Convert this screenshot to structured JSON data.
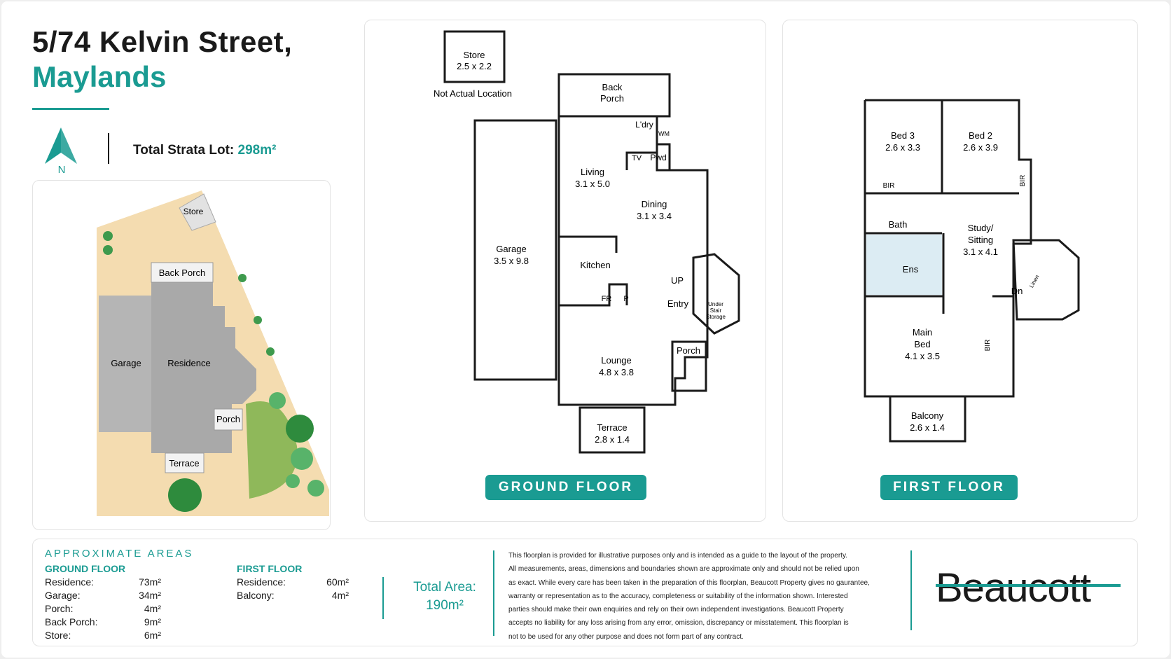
{
  "header": {
    "line1": "5/74 Kelvin Street,",
    "line2": "Maylands"
  },
  "north": {
    "letter": "N"
  },
  "strata": {
    "label": "Total Strata Lot:",
    "value": "298m²"
  },
  "site": {
    "store": "Store",
    "back_porch": "Back Porch",
    "garage": "Garage",
    "residence": "Residence",
    "porch": "Porch",
    "terrace": "Terrace"
  },
  "ground": {
    "store_name": "Store",
    "store_dim": "2.5 x 2.2",
    "store_note": "Not Actual Location",
    "back_porch1": "Back",
    "back_porch2": "Porch",
    "laundry": "L'dry",
    "wm": "WM",
    "tv": "TV",
    "pwd": "Pwd",
    "living": "Living",
    "living_dim": "3.1 x 5.0",
    "dining": "Dining",
    "dining_dim": "3.1 x 3.4",
    "garage": "Garage",
    "garage_dim": "3.5 x 9.8",
    "kitchen": "Kitchen",
    "fr": "FR",
    "p": "P",
    "up": "UP",
    "entry": "Entry",
    "under1": "Under",
    "under2": "Stair",
    "under3": "Storage",
    "porch": "Porch",
    "lounge": "Lounge",
    "lounge_dim": "4.8 x 3.8",
    "terrace": "Terrace",
    "terrace_dim": "2.8 x 1.4",
    "button": "GROUND FLOOR"
  },
  "first": {
    "bed3": "Bed 3",
    "bed3_dim": "2.6 x 3.3",
    "bed2": "Bed 2",
    "bed2_dim": "2.6 x 3.9",
    "bir": "BIR",
    "bath": "Bath",
    "ens": "Ens",
    "study1": "Study/",
    "study2": "Sitting",
    "study_dim": "3.1 x 4.1",
    "dn": "Dn",
    "linen": "Linen",
    "main1": "Main",
    "main2": "Bed",
    "main_dim": "4.1 x 3.5",
    "balcony": "Balcony",
    "balcony_dim": "2.6 x 1.4",
    "button": "FIRST FLOOR"
  },
  "areas": {
    "heading": "APPROXIMATE AREAS",
    "ground_heading": "GROUND FLOOR",
    "ground": [
      {
        "label": "Residence:",
        "value": "73m²"
      },
      {
        "label": "Garage:",
        "value": "34m²"
      },
      {
        "label": "Porch:",
        "value": "4m²"
      },
      {
        "label": "Back Porch:",
        "value": "9m²"
      },
      {
        "label": "Store:",
        "value": "6m²"
      }
    ],
    "first_heading": "FIRST FLOOR",
    "first": [
      {
        "label": "Residence:",
        "value": "60m²"
      },
      {
        "label": "Balcony:",
        "value": "4m²"
      }
    ],
    "total_label": "Total Area:",
    "total_value": "190m²"
  },
  "disclaimer": [
    "This floorplan is provided for illustrative purposes only and is intended as a guide to the layout of the property.",
    "All measurements, areas, dimensions and boundaries shown are approximate only and should not be relied upon",
    "as exact. While every care has been taken in the preparation of this floorplan, Beaucott Property gives no gaurantee,",
    "warranty or representation as to the accuracy, completeness or suitability of the information shown. Interested",
    "parties should make their own enquiries and rely on their own independent investigations. Beaucott Property",
    "accepts no liability for any loss arising from any error, omission, discrepancy or misstatement. This floorplan is",
    "not to be used for any other purpose and does not form part of any contract."
  ],
  "brand": {
    "name": "Beaucott",
    "accent": "#1a9b92"
  }
}
